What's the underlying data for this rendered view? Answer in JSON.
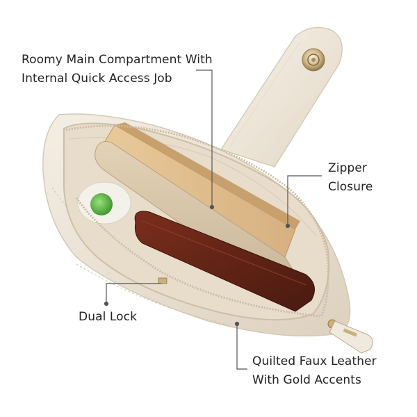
{
  "callouts": {
    "roomy": {
      "line1": "Roomy Main Compartment With",
      "line2": "Internal Quick Access Job"
    },
    "zipper": {
      "line1": "Zipper",
      "line2": "Closure"
    },
    "dual_lock": {
      "line1": "Dual Lock"
    },
    "quilted": {
      "line1": "Quilted Faux Leather",
      "line2": "With Gold Accents"
    }
  },
  "colors": {
    "background": "#ffffff",
    "bag_cream": "#efe7da",
    "lining": "#e8dccb",
    "leader_line": "#555555",
    "text": "#222222"
  }
}
